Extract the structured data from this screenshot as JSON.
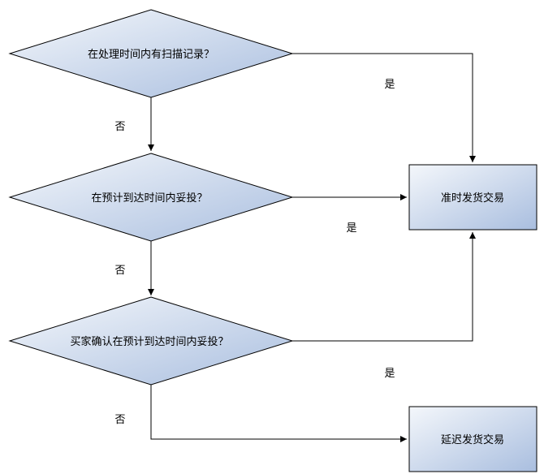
{
  "decisions": [
    {
      "label": "在处理时间内有扫描记录？"
    },
    {
      "label": "在预计到达时间内妥投？"
    },
    {
      "label": "买家确认在预计到达时间内妥投？"
    }
  ],
  "outcomes": [
    {
      "label": "准时发货交易"
    },
    {
      "label": "延迟发货交易"
    }
  ],
  "edge_labels": {
    "d1_yes": "是",
    "d1_no": "否",
    "d2_yes": "是",
    "d2_no": "否",
    "d3_yes": "是",
    "d3_no": "否"
  },
  "colors": {
    "gradient_light": "#f4f7fb",
    "gradient_dark": "#a9bedf",
    "stroke": "#000000"
  }
}
